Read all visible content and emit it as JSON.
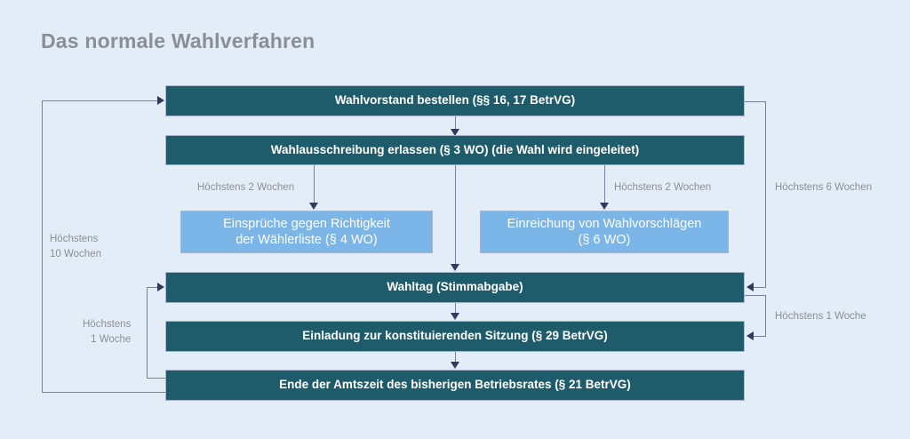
{
  "title": "Das normale Wahlverfahren",
  "colors": {
    "background": "#e3edf7",
    "dark_node": "#1f5c6b",
    "light_node": "#7cb5e8",
    "connector": "#77809e",
    "arrowhead": "#2f3b5c",
    "title_text": "#8a8f94"
  },
  "nodes": {
    "wahlvorstand": "Wahlvorstand bestellen (§§ 16, 17 BetrVG)",
    "wahlausschreibung": "Wahlausschreibung erlassen (§ 3 WO) (die Wahl wird eingeleitet)",
    "einspruche": "Einsprüche gegen Richtigkeit\nder Wählerliste (§ 4 WO)",
    "einreichung": "Einreichung von Wahlvorschlägen\n(§ 6 WO)",
    "wahltag": "Wahltag (Stimmabgabe)",
    "einladung": "Einladung zur konstituierenden Sitzung (§ 29 BetrVG)",
    "ende": "Ende der Amtszeit des bisherigen Betriebsrates (§ 21 BetrVG)"
  },
  "edge_labels": {
    "left_two_weeks": "Höchstens 2 Wochen",
    "right_two_weeks": "Höchstens 2 Wochen",
    "six_weeks": "Höchstens 6 Wochen",
    "ten_weeks": "Höchstens\n10 Wochen",
    "left_one_week": "Höchstens\n1 Woche",
    "right_one_week": "Höchstens 1 Woche"
  }
}
